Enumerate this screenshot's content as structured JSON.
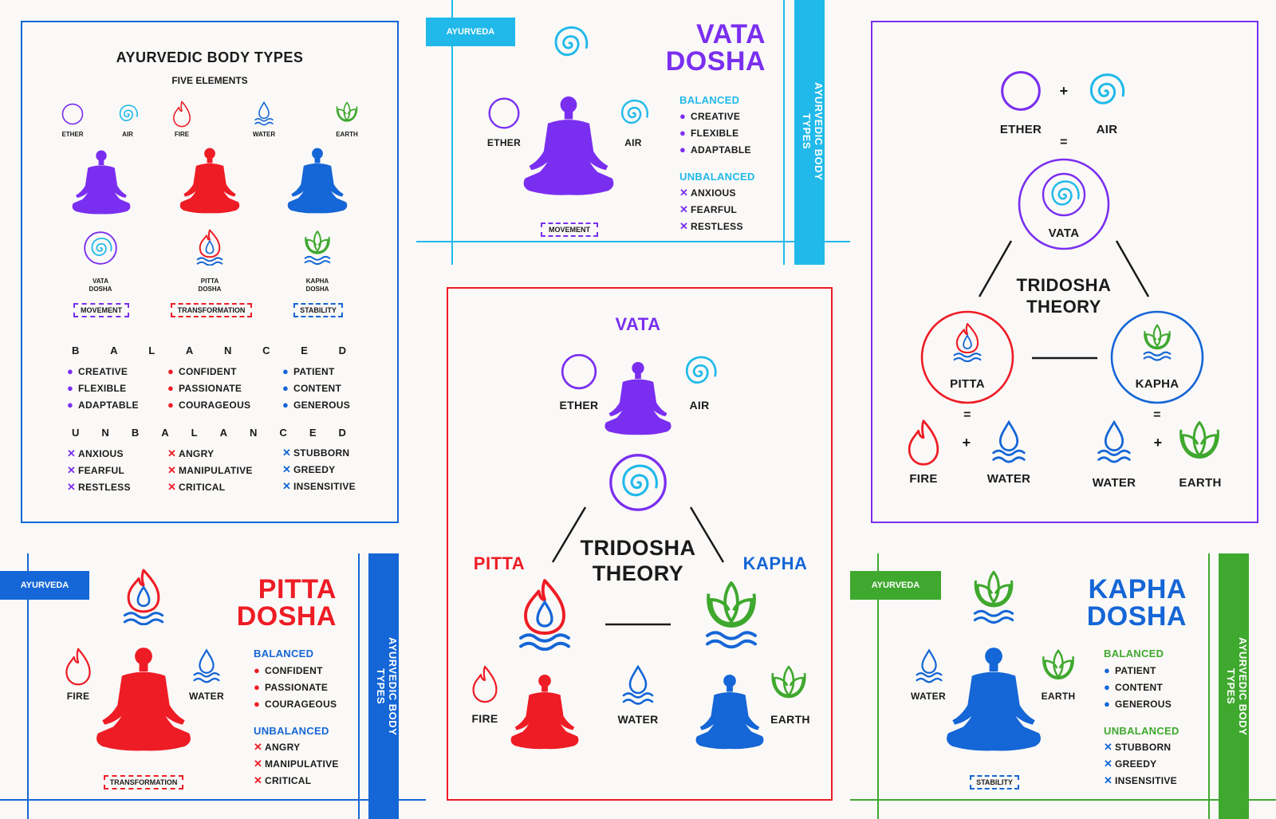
{
  "colors": {
    "vata": "#7a2ff0",
    "pitta": "#ee1c25",
    "kapha": "#1566d6",
    "cyan": "#21b9ea",
    "green": "#3fa82e"
  },
  "icons": {
    "ether": "ring-icon",
    "air": "spiral-icon",
    "fire": "flame-icon",
    "water": "water-drop-icon",
    "earth": "lotus-leaf-icon"
  },
  "panel1": {
    "title": "AYURVEDIC BODY TYPES",
    "subtitle": "FIVE ELEMENTS",
    "elements": [
      "ETHER",
      "AIR",
      "FIRE",
      "WATER",
      "EARTH"
    ],
    "doshas": [
      {
        "name": "VATA\nDOSHA",
        "tag": "MOVEMENT"
      },
      {
        "name": "PITTA\nDOSHA",
        "tag": "TRANSFORMATION"
      },
      {
        "name": "KAPHA\nDOSHA",
        "tag": "STABILITY"
      }
    ],
    "balanced_heading": "BALANCED",
    "unbalanced_heading": "UNBALANCED",
    "balanced": [
      [
        "CREATIVE",
        "FLEXIBLE",
        "ADAPTABLE"
      ],
      [
        "CONFIDENT",
        "PASSIONATE",
        "COURAGEOUS"
      ],
      [
        "PATIENT",
        "CONTENT",
        "GENEROUS"
      ]
    ],
    "unbalanced": [
      [
        "ANXIOUS",
        "FEARFUL",
        "RESTLESS"
      ],
      [
        "ANGRY",
        "MANIPULATIVE",
        "CRITICAL"
      ],
      [
        "STUBBORN",
        "GREEDY",
        "INSENSITIVE"
      ]
    ]
  },
  "vata": {
    "tag": "AYURVEDA",
    "title1": "VATA",
    "title2": "DOSHA",
    "side": "AYURVEDIC BODY TYPES",
    "left": "ETHER",
    "right": "AIR",
    "box": "MOVEMENT",
    "balanced_heading": "BALANCED",
    "balanced": [
      "CREATIVE",
      "FLEXIBLE",
      "ADAPTABLE"
    ],
    "unbalanced_heading": "UNBALANCED",
    "unbalanced": [
      "ANXIOUS",
      "FEARFUL",
      "RESTLESS"
    ]
  },
  "pitta": {
    "tag": "AYURVEDA",
    "title1": "PITTA",
    "title2": "DOSHA",
    "side": "AYURVEDIC BODY TYPES",
    "left": "FIRE",
    "right": "WATER",
    "box": "TRANSFORMATION",
    "balanced_heading": "BALANCED",
    "balanced": [
      "CONFIDENT",
      "PASSIONATE",
      "COURAGEOUS"
    ],
    "unbalanced_heading": "UNBALANCED",
    "unbalanced": [
      "ANGRY",
      "MANIPULATIVE",
      "CRITICAL"
    ]
  },
  "kapha": {
    "tag": "AYURVEDA",
    "title1": "KAPHA",
    "title2": "DOSHA",
    "side": "AYURVEDIC BODY TYPES",
    "left": "WATER",
    "right": "EARTH",
    "box": "STABILITY",
    "balanced_heading": "BALANCED",
    "balanced": [
      "PATIENT",
      "CONTENT",
      "GENEROUS"
    ],
    "unbalanced_heading": "UNBALANCED",
    "unbalanced": [
      "STUBBORN",
      "GREEDY",
      "INSENSITIVE"
    ]
  },
  "center": {
    "vata": "VATA",
    "pitta": "PITTA",
    "kapha": "KAPHA",
    "theory1": "TRIDOSHA",
    "theory2": "THEORY",
    "ether": "ETHER",
    "air": "AIR",
    "fire": "FIRE",
    "water": "WATER",
    "earth": "EARTH"
  },
  "right": {
    "ether": "ETHER",
    "air": "AIR",
    "plus": "+",
    "equals": "=",
    "vata": "VATA",
    "theory1": "TRIDOSHA",
    "theory2": "THEORY",
    "pitta": "PITTA",
    "kapha": "KAPHA",
    "fire": "FIRE",
    "water": "WATER",
    "earth": "EARTH"
  }
}
